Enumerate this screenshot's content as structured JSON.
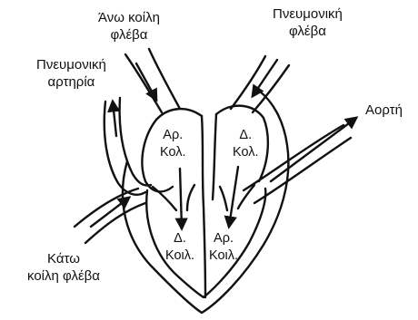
{
  "labels": {
    "ano_koili_fleva": [
      "Άνω κοίλη",
      "φλέβα"
    ],
    "pneumoniki_fleva": [
      "Πνευμονική",
      "φλέβα"
    ],
    "pneumoniki_artiria": [
      "Πνευμονική",
      "αρτηρία"
    ],
    "aorti": "Αορτή",
    "kato_koili_fleva": [
      "Κάτω",
      "κοίλη φλέβα"
    ]
  },
  "chambers": {
    "right_atrium": [
      "Αρ.",
      "Κολ."
    ],
    "left_atrium": [
      "Δ.",
      "Κολ."
    ],
    "right_ventricle": [
      "Δ.",
      "Κοιλ."
    ],
    "left_ventricle": [
      "Αρ.",
      "Κοιλ."
    ]
  },
  "colors": {
    "ink": "#111111",
    "background": "#ffffff"
  }
}
